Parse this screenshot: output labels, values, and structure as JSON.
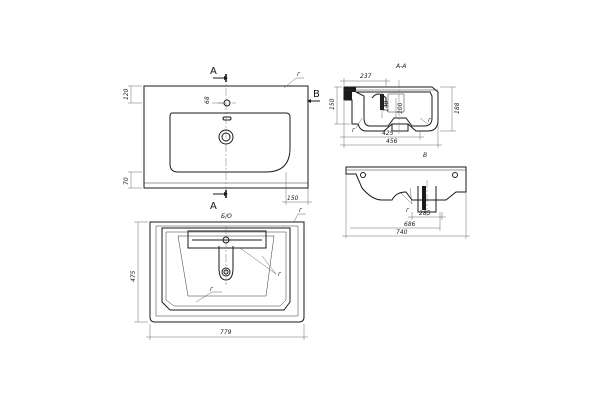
{
  "section_letter": "A",
  "view_letter": "B",
  "section_title": "A-A",
  "view_title": "B",
  "bottom_view_title": "Б/О",
  "glaze_mark": "г",
  "dims": {
    "top_width": "779",
    "top_depth": "475",
    "tap_offset": "120",
    "tap_dia": "68",
    "front_rim": "70",
    "side": "150",
    "sec_inner": "237",
    "sec_h_outer": "150",
    "sec_h_inner": "140",
    "sec_h_bowl": "100",
    "sec_depth": "188",
    "sec_drain": "425",
    "sec_total": "456",
    "view_inner": "686",
    "view_total": "740",
    "view_drain": "285"
  }
}
